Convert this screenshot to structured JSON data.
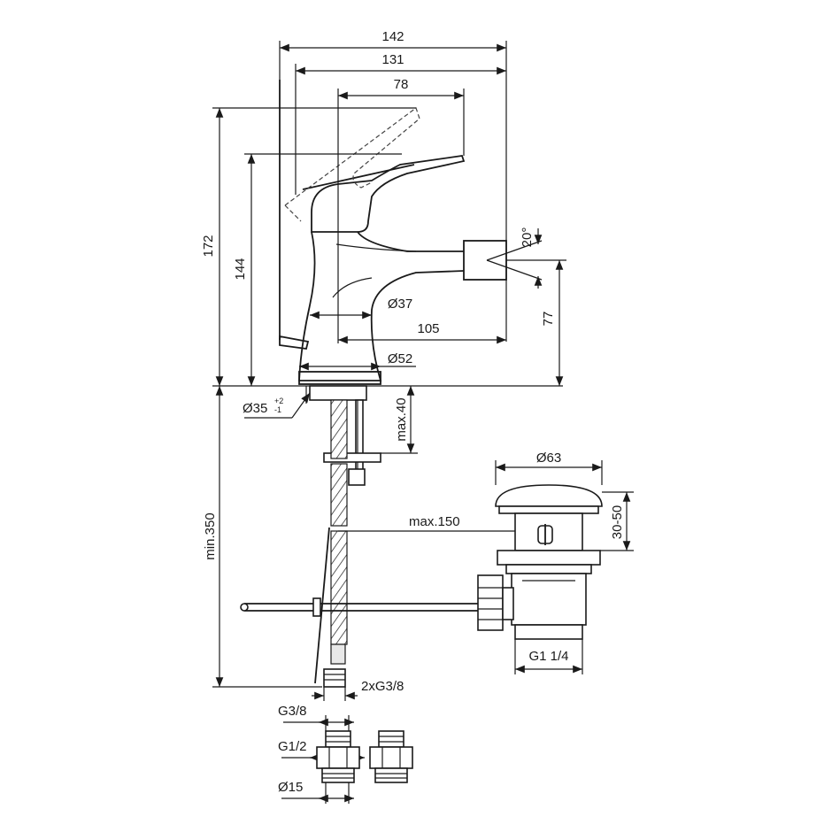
{
  "dimensions": {
    "width_142": "142",
    "width_131": "131",
    "width_78": "78",
    "height_172": "172",
    "height_144": "144",
    "angle_20": "20°",
    "height_77": "77",
    "dia_37": "Ø37",
    "reach_105": "105",
    "dia_52": "Ø52",
    "dia_35": "Ø35",
    "tol_plus": "+2",
    "tol_minus": "-1",
    "max_40": "max.40",
    "min_350": "min.350",
    "max_150": "max.150",
    "dia_63": "Ø63",
    "range_30_50": "30-50",
    "thread_g1_14": "G1 1/4",
    "thread_2xg38": "2xG3/8",
    "thread_g38": "G3/8",
    "thread_g12": "G1/2",
    "dia_15": "Ø15"
  },
  "colors": {
    "line": "#1a1a1a",
    "background": "#ffffff"
  }
}
